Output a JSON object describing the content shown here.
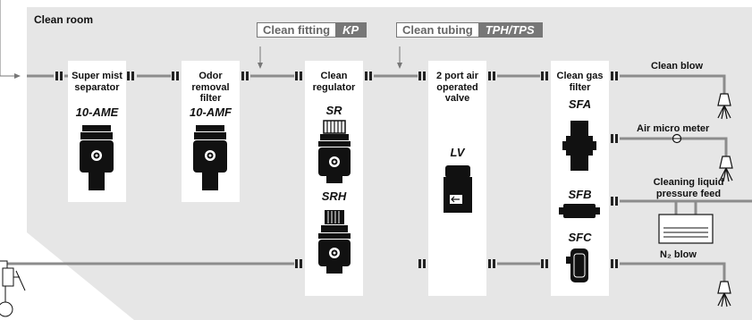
{
  "title": "Clean room",
  "tags": [
    {
      "text": "Clean fitting",
      "code": "KP"
    },
    {
      "text": "Clean tubing",
      "code": "TPH/TPS"
    }
  ],
  "units": [
    {
      "label": "Super mist separator",
      "model": "10-AME"
    },
    {
      "label": "Odor removal filter",
      "model": "10-AMF"
    },
    {
      "label": "Clean regulator",
      "model": "SR",
      "model2": "SRH"
    },
    {
      "label": "2 port air operated valve",
      "model": "LV"
    },
    {
      "label": "Clean gas filter",
      "model": "SFA",
      "model2": "SFB",
      "model3": "SFC"
    }
  ],
  "outputs": [
    {
      "label": "Clean blow"
    },
    {
      "label": "Air micro meter"
    },
    {
      "label": "Cleaning liquid pressure feed"
    },
    {
      "label": "N₂ blow"
    }
  ],
  "colors": {
    "room": "#e6e6e6",
    "card": "#ffffff",
    "tube": "#8c8c8c",
    "tag": "#777777",
    "ink": "#111111"
  }
}
